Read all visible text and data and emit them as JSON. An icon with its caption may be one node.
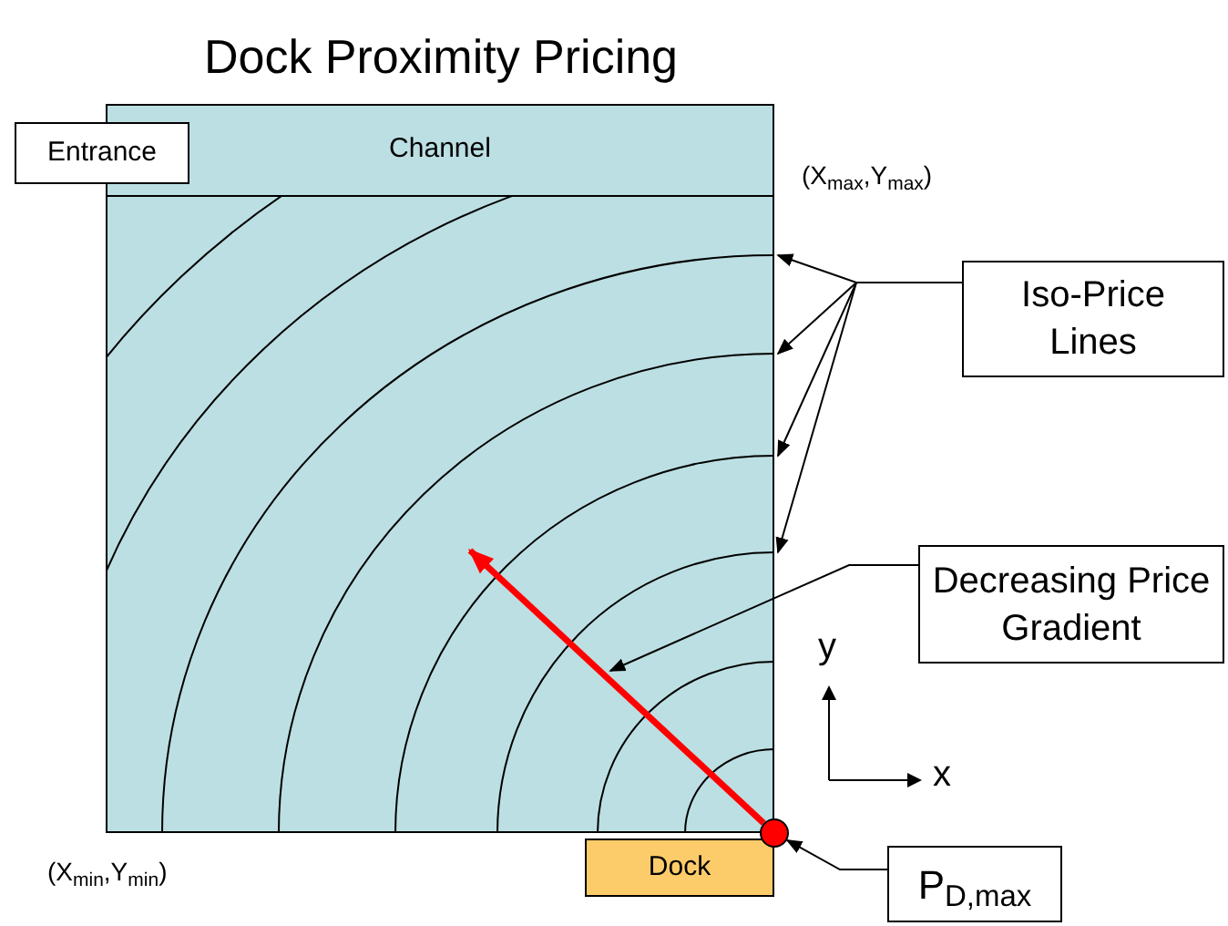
{
  "diagram": {
    "title": "Dock Proximity Pricing",
    "nodes": [
      {
        "text": [
          "Channel"
        ]
      },
      {
        "text": [
          "Entrance"
        ]
      },
      {
        "text": [
          "Dock"
        ]
      },
      {
        "text": [],
        "shape": "circle"
      },
      {
        "text": [
          "Iso-Price Lines"
        ]
      },
      {
        "text": [
          "Decreasing Price Gradient"
        ]
      },
      {
        "text": [
          "P$_{D,max}$"
        ]
      }
    ],
    "edges": [
      {
        "from": 4,
        "to": null,
        "arrow": "to"
      },
      {
        "from": 4,
        "to": null,
        "arrow": "to"
      },
      {
        "from": 4,
        "to": null,
        "arrow": "to"
      },
      {
        "from": 4,
        "to": null,
        "arrow": "to"
      },
      {
        "from": 5,
        "to": null,
        "arrow": "to"
      },
      {
        "from": 6,
        "to": 3,
        "arrow": "to"
      },
      {
        "from": 3,
        "to": null,
        "arrow": "to",
        "style": "thick",
        "color": "#ff0000"
      }
    ],
    "labels": [
      "(X$_{max}$,Y$_{max}$)",
      "(X$_{min}$,Y$_{min}$)",
      "y",
      "x"
    ]
  }
}
